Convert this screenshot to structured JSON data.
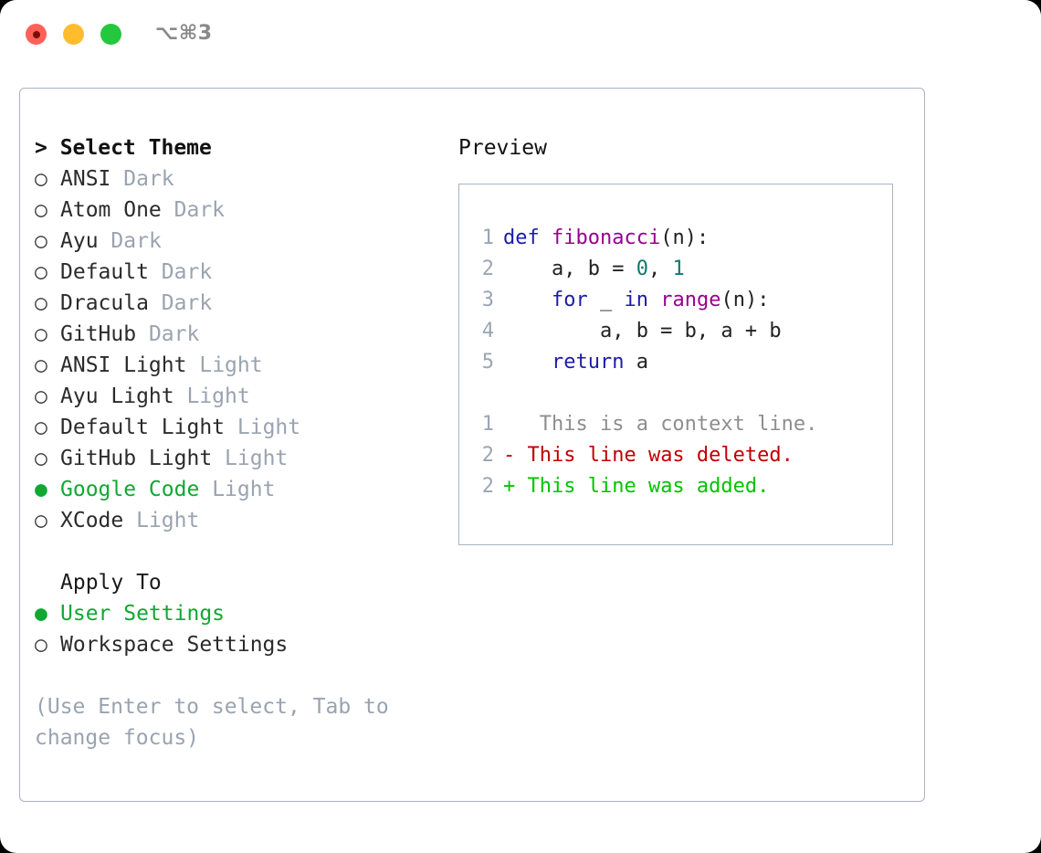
{
  "window": {
    "shortcut_label": "⌥⌘3",
    "traffic_lights": [
      {
        "name": "close",
        "color": "#ff6159"
      },
      {
        "name": "minimize",
        "color": "#ffbd2e"
      },
      {
        "name": "maximize",
        "color": "#25c73e"
      }
    ]
  },
  "theme_list": {
    "header": "> Select Theme",
    "items": [
      {
        "bullet": "○",
        "label": "ANSI",
        "suffix": "Dark",
        "selected": false
      },
      {
        "bullet": "○",
        "label": "Atom One",
        "suffix": "Dark",
        "selected": false
      },
      {
        "bullet": "○",
        "label": "Ayu",
        "suffix": "Dark",
        "selected": false
      },
      {
        "bullet": "○",
        "label": "Default",
        "suffix": "Dark",
        "selected": false
      },
      {
        "bullet": "○",
        "label": "Dracula",
        "suffix": "Dark",
        "selected": false
      },
      {
        "bullet": "○",
        "label": "GitHub",
        "suffix": "Dark",
        "selected": false
      },
      {
        "bullet": "○",
        "label": "ANSI Light",
        "suffix": "Light",
        "selected": false
      },
      {
        "bullet": "○",
        "label": "Ayu Light",
        "suffix": "Light",
        "selected": false
      },
      {
        "bullet": "○",
        "label": "Default Light",
        "suffix": "Light",
        "selected": false
      },
      {
        "bullet": "○",
        "label": "GitHub Light",
        "suffix": "Light",
        "selected": false
      },
      {
        "bullet": "●",
        "label": "Google Code",
        "suffix": "Light",
        "selected": true
      },
      {
        "bullet": "○",
        "label": "XCode",
        "suffix": "Light",
        "selected": false
      }
    ]
  },
  "apply_to": {
    "header": "Apply To",
    "items": [
      {
        "bullet": "●",
        "label": "User Settings",
        "selected": true
      },
      {
        "bullet": "○",
        "label": "Workspace Settings",
        "selected": false
      }
    ]
  },
  "help": {
    "text": "(Use Enter to select, Tab to change focus)"
  },
  "preview": {
    "title": "Preview",
    "code_lines": [
      {
        "num": "1",
        "tokens": [
          {
            "t": "kw",
            "s": "def"
          },
          {
            "t": "pl",
            "s": " "
          },
          {
            "t": "fn",
            "s": "fibonacci"
          },
          {
            "t": "pl",
            "s": "(n):"
          }
        ]
      },
      {
        "num": "2",
        "tokens": [
          {
            "t": "pl",
            "s": "    a, b = "
          },
          {
            "t": "num",
            "s": "0"
          },
          {
            "t": "pl",
            "s": ", "
          },
          {
            "t": "num",
            "s": "1"
          }
        ]
      },
      {
        "num": "3",
        "tokens": [
          {
            "t": "pl",
            "s": "    "
          },
          {
            "t": "kw",
            "s": "for"
          },
          {
            "t": "pl",
            "s": " _ "
          },
          {
            "t": "kw",
            "s": "in"
          },
          {
            "t": "pl",
            "s": " "
          },
          {
            "t": "fn",
            "s": "range"
          },
          {
            "t": "pl",
            "s": "(n):"
          }
        ]
      },
      {
        "num": "4",
        "tokens": [
          {
            "t": "pl",
            "s": "        a, b = b, a + b"
          }
        ]
      },
      {
        "num": "5",
        "tokens": [
          {
            "t": "pl",
            "s": "    "
          },
          {
            "t": "kw",
            "s": "return"
          },
          {
            "t": "pl",
            "s": " a"
          }
        ]
      }
    ],
    "diff_lines": [
      {
        "num": "1",
        "marker": " ",
        "text": "  This is a context line.",
        "kind": "ctx"
      },
      {
        "num": "2",
        "marker": "-",
        "text": " This line was deleted.",
        "kind": "del"
      },
      {
        "num": "2",
        "marker": "+",
        "text": " This line was added.",
        "kind": "add"
      }
    ]
  },
  "colors": {
    "accent_green": "#10a832",
    "muted": "#9aa3b0",
    "border": "#a9b3c1",
    "keyword": "#1c1ca8",
    "function": "#99008f",
    "number": "#0e7a6e",
    "diff_context": "#8e8e8e",
    "diff_deleted": "#c00000",
    "diff_added": "#00c400"
  }
}
